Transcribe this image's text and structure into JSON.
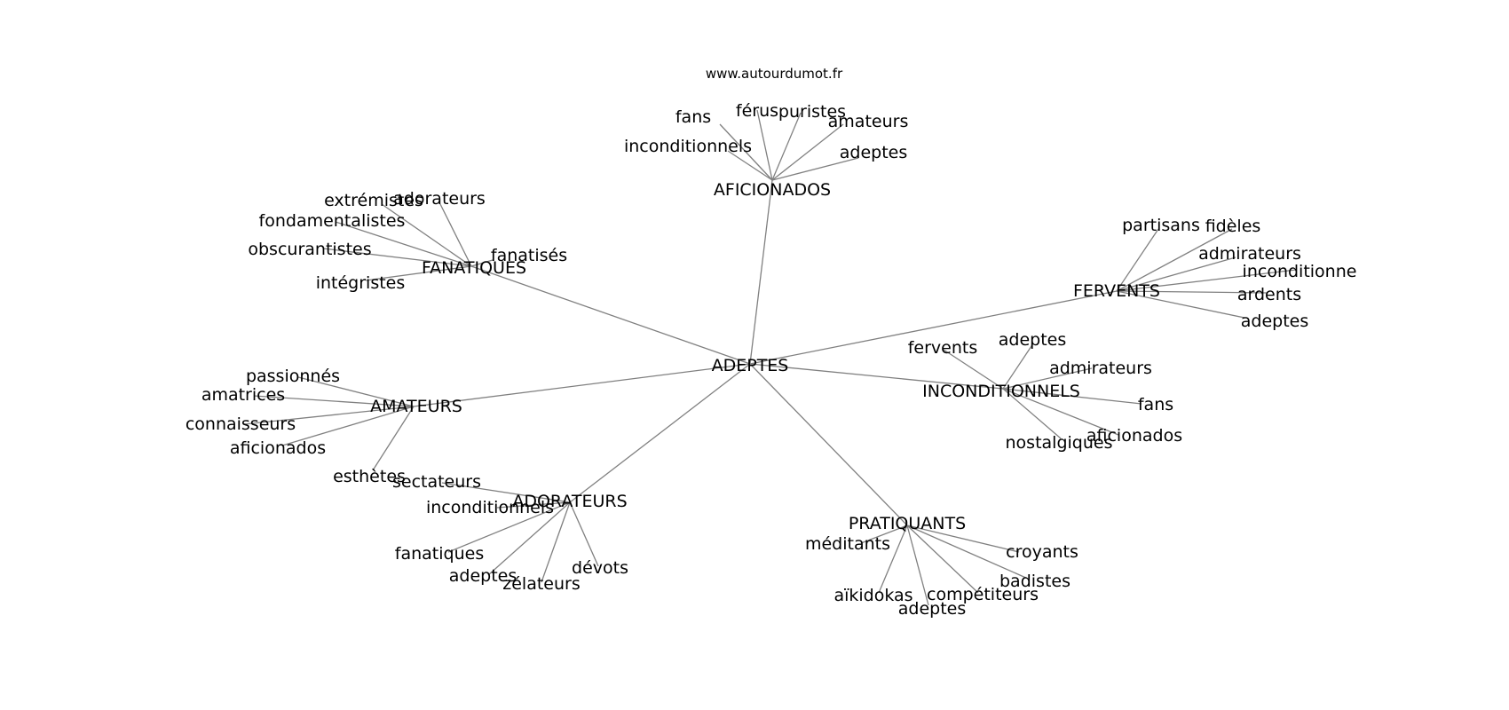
{
  "credit": "www.autourdumot.fr",
  "root": {
    "label": "ADEPTES"
  },
  "hubs": [
    {
      "id": "aficionados",
      "label": "AFICIONADOS",
      "leaves": [
        "fans",
        "férus",
        "puristes",
        "amateurs",
        "inconditionnels",
        "adeptes"
      ]
    },
    {
      "id": "fanatiques",
      "label": "FANATIQUES",
      "leaves": [
        "extrémistes",
        "adorateurs",
        "fondamentalistes",
        "obscurantistes",
        "intégristes",
        "fanatisés"
      ]
    },
    {
      "id": "fervents",
      "label": "FERVENTS",
      "leaves": [
        "partisans",
        "fidèles",
        "admirateurs",
        "inconditionne",
        "ardents",
        "adeptes"
      ]
    },
    {
      "id": "inconditionnels",
      "label": "INCONDITIONNELS",
      "leaves": [
        "fervents",
        "adeptes",
        "admirateurs",
        "fans",
        "aficionados",
        "nostalgiques"
      ]
    },
    {
      "id": "amateurs",
      "label": "AMATEURS",
      "leaves": [
        "passionnés",
        "amatrices",
        "connaisseurs",
        "aficionados",
        "esthètes"
      ]
    },
    {
      "id": "adorateurs",
      "label": "ADORATEURS",
      "leaves": [
        "sectateurs",
        "inconditionnels",
        "fanatiques",
        "adeptes",
        "zélateurs",
        "dévots"
      ]
    },
    {
      "id": "pratiquants",
      "label": "PRATIQUANTS",
      "leaves": [
        "méditants",
        "croyants",
        "badistes",
        "compétiteurs",
        "aïkidokas",
        "adeptes"
      ]
    }
  ]
}
